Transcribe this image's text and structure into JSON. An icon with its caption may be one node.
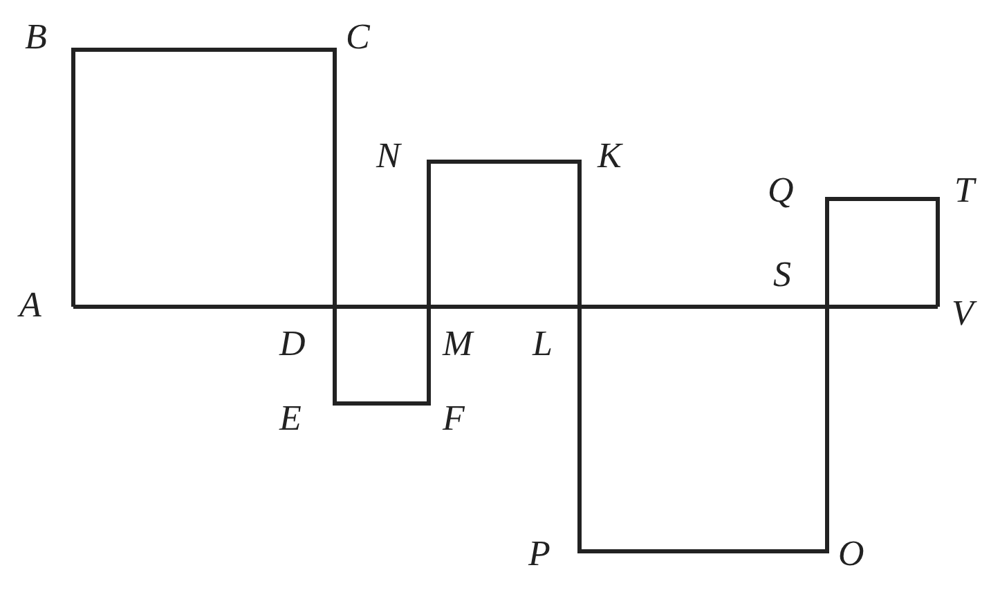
{
  "diagram": {
    "labels": [
      "B",
      "C",
      "N",
      "K",
      "Q",
      "T",
      "S",
      "A",
      "D",
      "M",
      "L",
      "V",
      "E",
      "F",
      "P",
      "O"
    ]
  }
}
